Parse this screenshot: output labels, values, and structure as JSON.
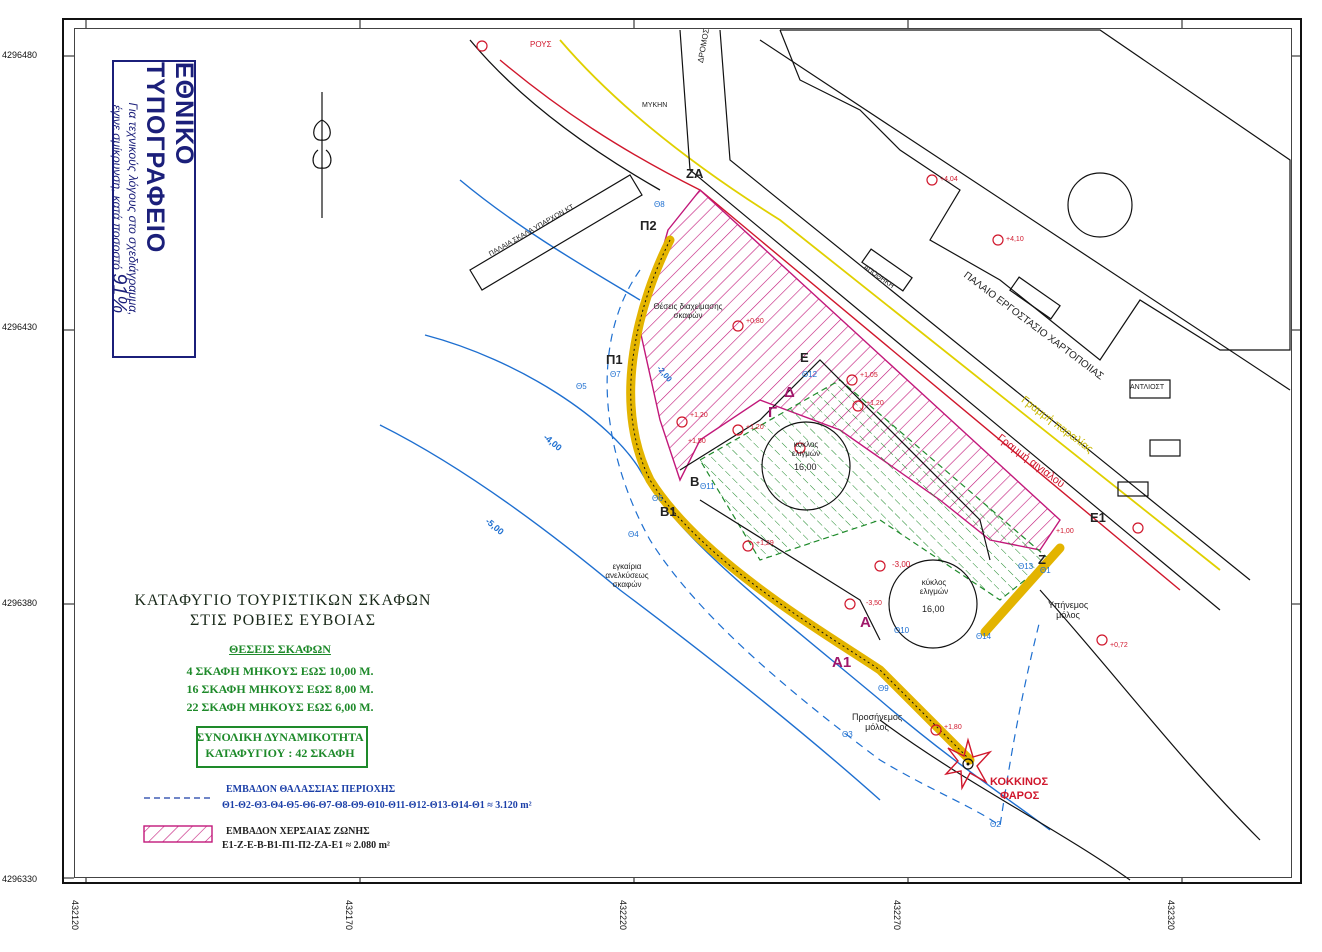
{
  "coords": {
    "y": [
      "4296480",
      "4296430",
      "4296380",
      "4296330"
    ],
    "x": [
      "432120",
      "432170",
      "432220",
      "432270",
      "432320"
    ]
  },
  "stamp": {
    "title": "ΕΘΝΙΚΟ ΤΥΠΟΓΡΑΦΕΙΟ",
    "note_line1": "Για τεχνικούς λόγους στο σχεδιάγραμμα,",
    "note_line2": "έγινε σμίκρυνση, κατά ποσοστό",
    "percent": "91%"
  },
  "legend": {
    "title_line1": "ΚΑΤΑΦΥΓΙΟ ΤΟΥΡΙΣΤΙΚΩΝ ΣΚΑΦΩΝ",
    "title_line2": "ΣΤΙΣ ΡΟΒΙΕΣ ΕΥΒΟΙΑΣ",
    "berths_heading": "ΘΕΣΕΙΣ ΣΚΑΦΩΝ",
    "berth_rows": [
      "4 ΣΚΑΦΗ ΜΗΚΟΥΣ ΕΩΣ 10,00 Μ.",
      "16 ΣΚΑΦΗ ΜΗΚΟΥΣ ΕΩΣ 8,00 Μ.",
      "22 ΣΚΑΦΗ ΜΗΚΟΥΣ ΕΩΣ 6,00 Μ."
    ],
    "capacity_line1": "ΣΥΝΟΛΙΚΗ ΔΥΝΑΜΙΚΟΤΗΤΑ",
    "capacity_line2": "ΚΑΤΑΦΥΓΙΟΥ : 42 ΣΚΑΦΗ",
    "sea_area_title": "ΕΜΒΑΔΟΝ ΘΑΛΑΣΣΙΑΣ ΠΕΡΙΟΧΗΣ",
    "sea_area_value": "Θ1-Θ2-Θ3-Θ4-Θ5-Θ6-Θ7-Θ8-Θ9-Θ10-Θ11-Θ12-Θ13-Θ14-Θ1 ≈ 3.120 m²",
    "land_area_title": "ΕΜΒΑΔΟΝ ΧΕΡΣΑΙΑΣ ΖΩΝΗΣ",
    "land_area_value": "Ε1-Ζ-Ε-Β-Β1-Π1-Π2-ΖΑ-Ε1 ≈ 2.080 m²"
  },
  "map_labels": {
    "old_factory": "ΠΑΛΑΙΟ ΕΡΓΟΣΤΑΣΙΟ ΧΑΡΤΟΠΟΙΙΑΣ",
    "coast_line": "Γραμμή αιγιαλού",
    "shore_line": "Γραμμή παραλίας",
    "red_lighthouse_1": "ΚΟΚΚΙΝΟΣ",
    "red_lighthouse_2": "ΦΑΡΟΣ",
    "turning_circle": "κύκλος ελιγμών",
    "circle_diameter": "16,00",
    "breakwater": "Προσήνεμος μόλος",
    "leeward_pier": "Υπήνεμος μόλος",
    "ramp": "εγκαίρια ανελκύσεως σκαφών",
    "boat_repair": "Θέσεις διαχείμασης σκαφών",
    "old_pier": "ΠΑΛΑΙΑ ΣΚΑΛΑ ΥΠΑΡΧΟΝ ΚΤ",
    "stream": "ΡΟΥΣ",
    "road": "ΔΡΟΜΟΣ",
    "mycenae": "ΜΥΚΗΝ",
    "anthrax": "ΑΝΤΛΙΟΣΤ",
    "loutra": "ΑΠΟΘΗΚΗ",
    "depth_4": "-4,00",
    "depth_5": "-5,00",
    "depth_3": "-3,00",
    "depth_2": "-2,00",
    "points": {
      "ZA": "ΖΑ",
      "P2": "Π2",
      "P1": "Π1",
      "B1": "Β1",
      "B": "Β",
      "E": "Ε",
      "E1": "Ε1",
      "Z": "Ζ",
      "G": "Γ",
      "D": "Δ",
      "A": "Α",
      "A1": "Α1"
    },
    "theta": [
      "Θ1",
      "Θ2",
      "Θ3",
      "Θ4",
      "Θ5",
      "Θ6",
      "Θ7",
      "Θ8",
      "Θ9",
      "Θ10",
      "Θ11",
      "Θ12",
      "Θ13",
      "Θ14"
    ],
    "elevations": [
      "+4,04",
      "+4,10",
      "+0,80",
      "+1,20",
      "+1,50",
      "+1,20",
      "+1,05",
      "+1,20",
      "+1,00",
      "+1,29",
      "-3,00",
      "-3,50",
      "+1,80",
      "+0,72"
    ]
  },
  "colors": {
    "sea_area": "#1e6fd0",
    "land_area": "#c2187a",
    "berths": "#1e8a2a",
    "coast_line": "#d0172c",
    "shore_line": "#e0d000",
    "breakwater": "#e3b400"
  }
}
